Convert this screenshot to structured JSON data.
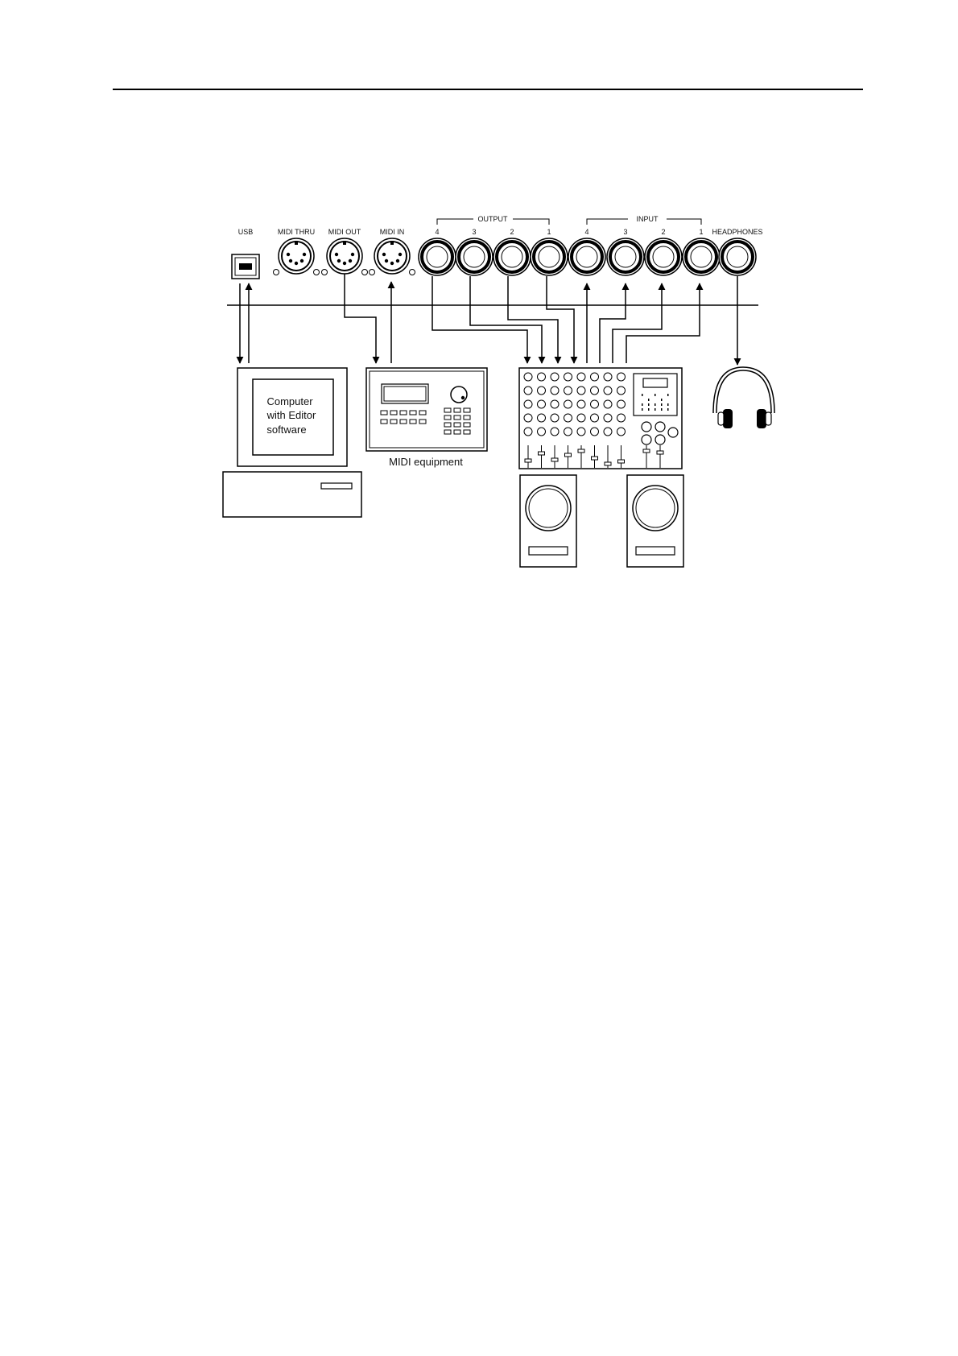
{
  "panel": {
    "usb": "USB",
    "midi_thru": "MIDI THRU",
    "midi_out": "MIDI OUT",
    "midi_in": "MIDI IN",
    "output_group": "OUTPUT",
    "input_group": "INPUT",
    "output_jacks": [
      "4",
      "3",
      "2",
      "1"
    ],
    "input_jacks": [
      "4",
      "3",
      "2",
      "1"
    ],
    "headphones": "HEADPHONES"
  },
  "devices": {
    "computer_lines": [
      "Computer",
      "with Editor",
      "software"
    ],
    "midi_equipment": "MIDI equipment"
  }
}
